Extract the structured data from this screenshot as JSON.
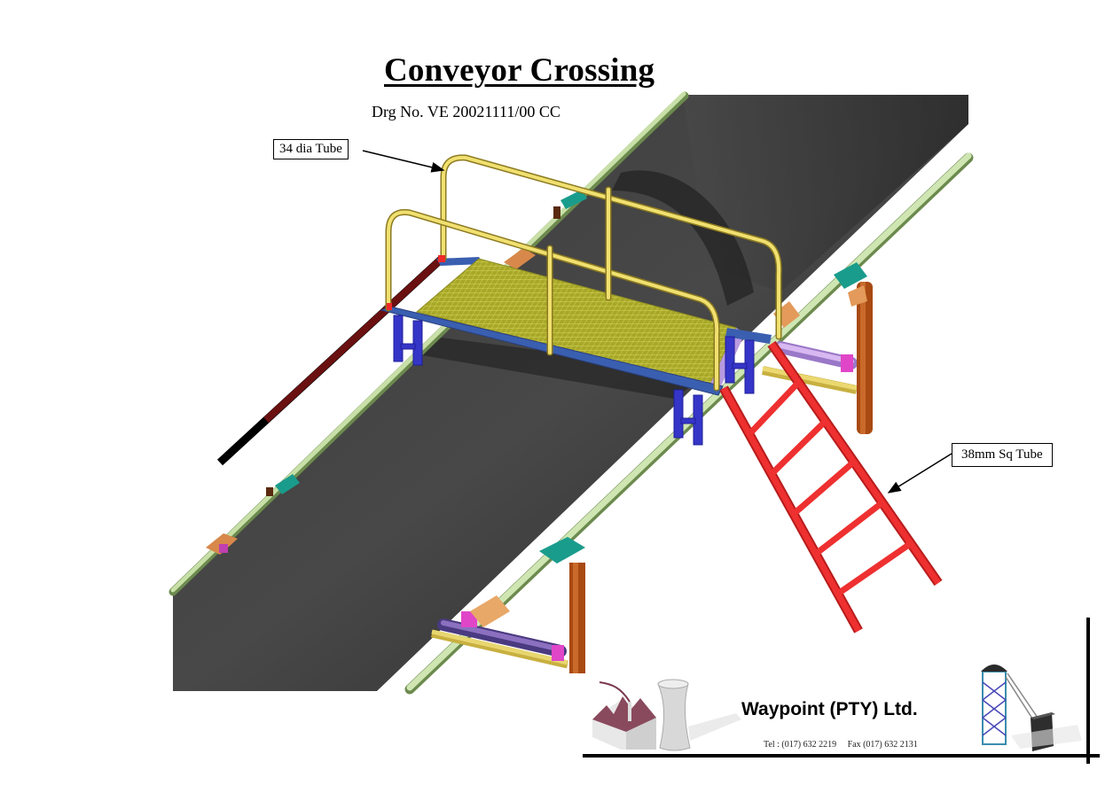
{
  "drawing": {
    "title": "Conveyor Crossing",
    "drawing_number": "Drg No. VE 20021111/00 CC"
  },
  "callouts": [
    {
      "label": "34 dia Tube",
      "target": "handrail"
    },
    {
      "label": "38mm Sq Tube",
      "target": "ladder"
    }
  ],
  "title_block": {
    "company": "Waypoint (PTY) Ltd.",
    "tel": "Tel : (017) 632 2219",
    "fax": "Fax (017) 632 2131"
  },
  "colors": {
    "belt": "#2e2e2e",
    "belt_edge_pipe": "#b9d79a",
    "handrail": "#e8d860",
    "grating": "#b8b830",
    "platform_frame": "#3a5fb0",
    "legs": "#3535c8",
    "ladder": "#ee2a2a",
    "support_post": "#a84a12",
    "idler_roller": "#c9a0e6",
    "bracket": "#1a9c8c",
    "plate": "#e39a5a"
  }
}
